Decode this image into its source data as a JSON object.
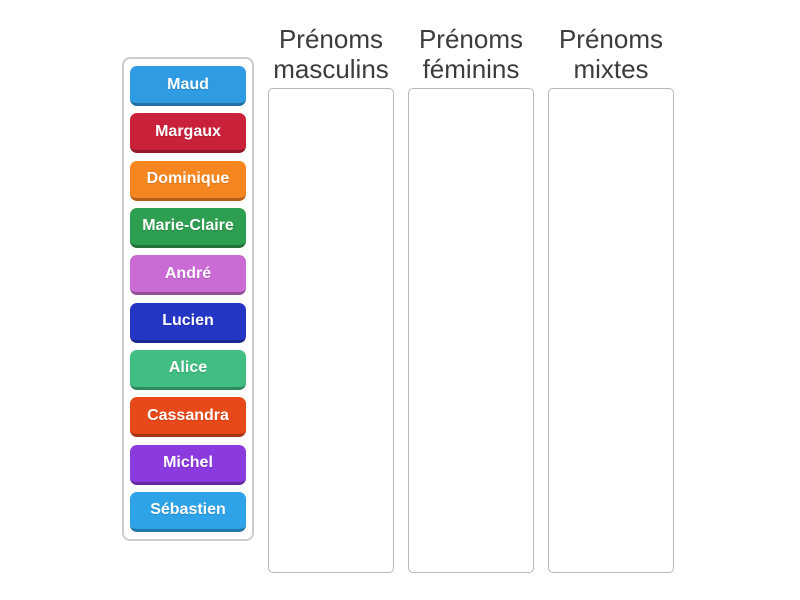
{
  "game": {
    "tray": {
      "items": [
        {
          "label": "Maud",
          "color": "#2E9BE2"
        },
        {
          "label": "Margaux",
          "color": "#C92139"
        },
        {
          "label": "Dominique",
          "color": "#F6861F"
        },
        {
          "label": "Marie-Claire",
          "color": "#2E9E50"
        },
        {
          "label": "André",
          "color": "#CB6BD6"
        },
        {
          "label": "Lucien",
          "color": "#2436C4"
        },
        {
          "label": "Alice",
          "color": "#41BE82"
        },
        {
          "label": "Cassandra",
          "color": "#E8491B"
        },
        {
          "label": "Michel",
          "color": "#8B3ADF"
        },
        {
          "label": "Sébastien",
          "color": "#2FA3E8"
        }
      ]
    },
    "columns": [
      {
        "title_line1": "Prénoms",
        "title_line2": "masculins"
      },
      {
        "title_line1": "Prénoms",
        "title_line2": "féminins"
      },
      {
        "title_line1": "Prénoms",
        "title_line2": "mixtes"
      }
    ],
    "colors": {
      "header_text": "#3c3c3c",
      "box_border": "#b9b9b9",
      "tray_border": "#cccccc",
      "chip_text": "#ffffff",
      "background": "#ffffff"
    }
  }
}
